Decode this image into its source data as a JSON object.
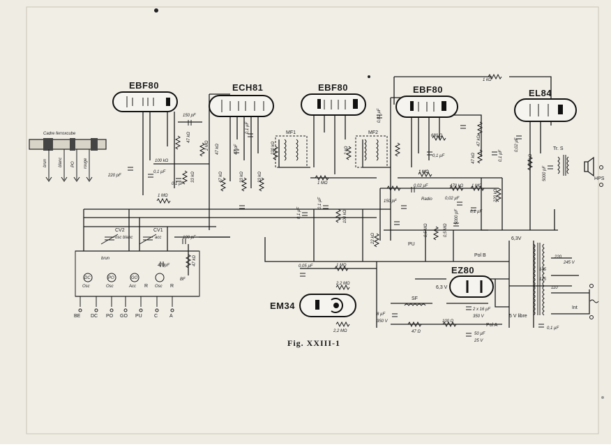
{
  "figure": {
    "caption": "Fig. XXIII-1"
  },
  "tubes": [
    {
      "id": "ebf80-1",
      "label": "EBF80"
    },
    {
      "id": "ech81",
      "label": "ECH81"
    },
    {
      "id": "ebf80-2",
      "label": "EBF80"
    },
    {
      "id": "ebf80-3",
      "label": "EBF80"
    },
    {
      "id": "el84",
      "label": "EL84"
    },
    {
      "id": "ez80",
      "label": "EZ80"
    },
    {
      "id": "em34",
      "label": "EM34"
    }
  ],
  "ferrite": {
    "label": "Cadre ferroxcube",
    "leads": [
      "brun",
      "blanc",
      "PO",
      "rouge"
    ]
  },
  "blocks": {
    "mf1": "MF1",
    "mf2": "MF2",
    "tr": "Tr. S",
    "hps": "HPS",
    "sf": "SF",
    "int": "Int",
    "pu": "PU",
    "pol_a": "Pol A",
    "pol_b": "Pol B",
    "v63": "6,3V",
    "v63b": "6,3 V",
    "v5": "5 V libre",
    "cv1": "CV1",
    "cv2": "CV2",
    "cv1_sub": "acc",
    "cv2_sub": "osc blanc",
    "brun": "brun",
    "bf": "BF"
  },
  "terminals": [
    "BE",
    "DC",
    "PO",
    "GO",
    "PU",
    "C",
    "A"
  ],
  "coil_labels": [
    {
      "id": "osc1",
      "label": "Osc"
    },
    {
      "id": "osc2",
      "label": "Osc"
    },
    {
      "id": "acc1",
      "label": "Acc"
    },
    {
      "id": "osc3",
      "label": "Osc"
    }
  ],
  "coil_marks": [
    "DC",
    "PO",
    "GO",
    "R",
    "R"
  ],
  "mains_taps": [
    "220",
    "245 V",
    "145",
    "125",
    "110"
  ],
  "components": [
    {
      "id": "c150pf",
      "label": "150 pF"
    },
    {
      "id": "r100k",
      "label": "100 kΩ"
    },
    {
      "id": "c01uf-a",
      "label": "0,1 µF"
    },
    {
      "id": "c01uf-b",
      "label": "0,1 µF"
    },
    {
      "id": "r47k-a",
      "label": "47 kΩ"
    },
    {
      "id": "r33k",
      "label": "33 kΩ"
    },
    {
      "id": "c220pf",
      "label": "220 pF"
    },
    {
      "id": "r1m-a",
      "label": "1 MΩ"
    },
    {
      "id": "r2m",
      "label": "2 MΩ"
    },
    {
      "id": "r47k-b",
      "label": "47 kΩ"
    },
    {
      "id": "c47pf",
      "label": "47 pF"
    },
    {
      "id": "r47k-c",
      "label": "47 kΩ"
    },
    {
      "id": "c01uf-c",
      "label": "0,1 µF"
    },
    {
      "id": "r33k-b",
      "label": "33 kΩ"
    },
    {
      "id": "r33k-c",
      "label": "33 kΩ"
    },
    {
      "id": "r220k",
      "label": "220 kΩ"
    },
    {
      "id": "r1m-b",
      "label": "1 MΩ"
    },
    {
      "id": "c01uf-d",
      "label": "0,1 µF"
    },
    {
      "id": "c01uf-e",
      "label": "0,1 µF"
    },
    {
      "id": "r100k-b",
      "label": "100 kΩ"
    },
    {
      "id": "r2k",
      "label": "2 kΩ"
    },
    {
      "id": "c01uf-f",
      "label": "0,1 µF"
    },
    {
      "id": "r680",
      "label": "680 Ω"
    },
    {
      "id": "r1m-c",
      "label": "1 MΩ"
    },
    {
      "id": "r47k-d",
      "label": "47 kΩ"
    },
    {
      "id": "c002uf",
      "label": "0,02 µF"
    },
    {
      "id": "c150pf-b",
      "label": "150 pF"
    },
    {
      "id": "r470k",
      "label": "470 kΩ"
    },
    {
      "id": "r1m-d",
      "label": "1 MΩ"
    },
    {
      "id": "c002uf-b",
      "label": "0,02 µF"
    },
    {
      "id": "c01uf-g",
      "label": "0,1 µF"
    },
    {
      "id": "r22k",
      "label": "22 kΩ"
    },
    {
      "id": "r05m",
      "label": "0,5 MΩ"
    },
    {
      "id": "r05m-b",
      "label": "0,5 MΩ"
    },
    {
      "id": "c5000pf",
      "label": "5000 pF"
    },
    {
      "id": "c01uf-h",
      "label": "0,1 µF"
    },
    {
      "id": "r47k-e",
      "label": "47 kΩ"
    },
    {
      "id": "c002uf-c",
      "label": "0,02 µF"
    },
    {
      "id": "r1k",
      "label": "1 kΩ"
    },
    {
      "id": "c002uf-d",
      "label": "0,02 µF"
    },
    {
      "id": "r470k-b",
      "label": "470 kΩ"
    },
    {
      "id": "c005uf",
      "label": "0,05 µF"
    },
    {
      "id": "c5000pf-b",
      "label": "5000 pF"
    },
    {
      "id": "r220k-b",
      "label": "220 kΩ"
    },
    {
      "id": "c8uf",
      "label": "8 µF"
    },
    {
      "id": "c350v",
      "label": "350 V"
    },
    {
      "id": "c2x16",
      "label": "2 x 16 µF"
    },
    {
      "id": "c350v-b",
      "label": "350 V"
    },
    {
      "id": "r100",
      "label": "100 Ω"
    },
    {
      "id": "r47",
      "label": "47 Ω"
    },
    {
      "id": "c50uf",
      "label": "50 µF"
    },
    {
      "id": "c25v",
      "label": "25 V"
    },
    {
      "id": "r1m-e",
      "label": "1 MΩ"
    },
    {
      "id": "r22m",
      "label": "2,2 MΩ"
    },
    {
      "id": "r22m-b",
      "label": "2,2 MΩ"
    },
    {
      "id": "c100pf",
      "label": "100 pF"
    },
    {
      "id": "r47k-f",
      "label": "47 kΩ"
    },
    {
      "id": "c01uf-i",
      "label": "0,1 µF"
    },
    {
      "id": "c470pf",
      "label": "470pF"
    },
    {
      "id": "radio",
      "label": "Radio"
    },
    {
      "id": "c1mf",
      "label": "1 MΩ"
    }
  ]
}
